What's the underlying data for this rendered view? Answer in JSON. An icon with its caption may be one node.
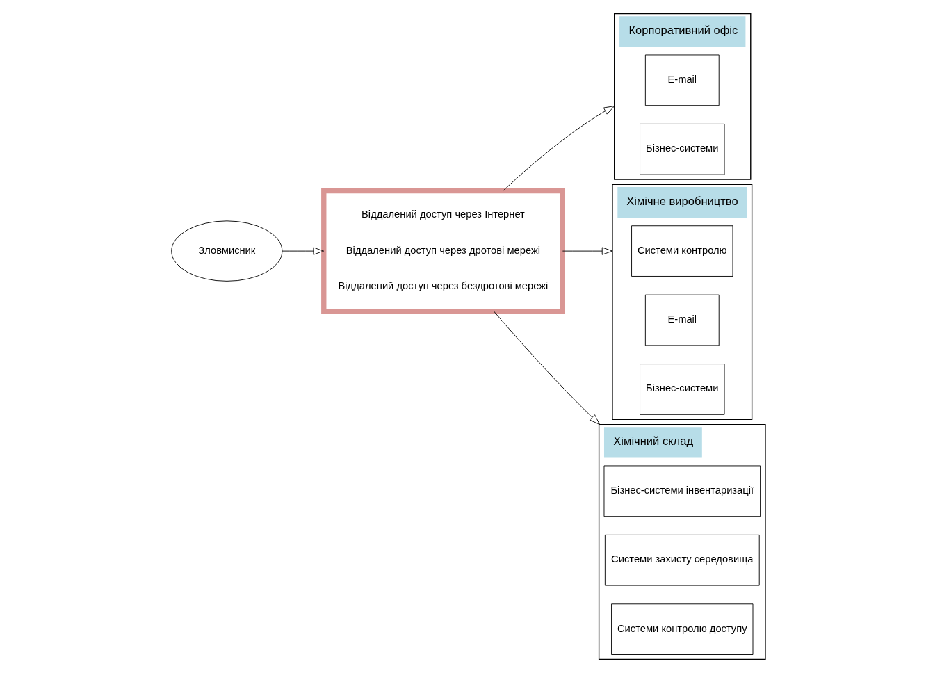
{
  "diagram": {
    "nodes": [
      {
        "text": [
          "Зловмисник"
        ]
      },
      {
        "text": [
          "Віддалений доступ через Інтернет",
          "Віддалений доступ через дротові мережі",
          "Віддалений доступ через бездротові мережі"
        ]
      },
      {
        "text": [
          "Корпоративний офіс"
        ]
      },
      {
        "text": [
          "E-mail"
        ],
        "in": 2
      },
      {
        "text": [
          "Бізнес-системи"
        ],
        "in": 2
      },
      {
        "text": [
          "Хімічне виробництво"
        ]
      },
      {
        "text": [
          "Системи контролю"
        ],
        "in": 5
      },
      {
        "text": [
          "E-mail"
        ],
        "in": 5
      },
      {
        "text": [
          "Бізнес-системи"
        ],
        "in": 5
      },
      {
        "text": [
          "Хімічний склад"
        ]
      },
      {
        "text": [
          "Бізнес-системи інвентаризації"
        ],
        "in": 9
      },
      {
        "text": [
          "Системи захисту середовища"
        ],
        "in": 9
      },
      {
        "text": [
          "Системи контролю доступу"
        ],
        "in": 9
      }
    ],
    "edges": [
      {
        "from": 0,
        "to": 1,
        "arrow": "to"
      },
      {
        "from": 1,
        "to": 2,
        "arrow": "to"
      },
      {
        "from": 1,
        "to": 5,
        "arrow": "to"
      },
      {
        "from": 1,
        "to": 9,
        "arrow": "to"
      }
    ]
  }
}
